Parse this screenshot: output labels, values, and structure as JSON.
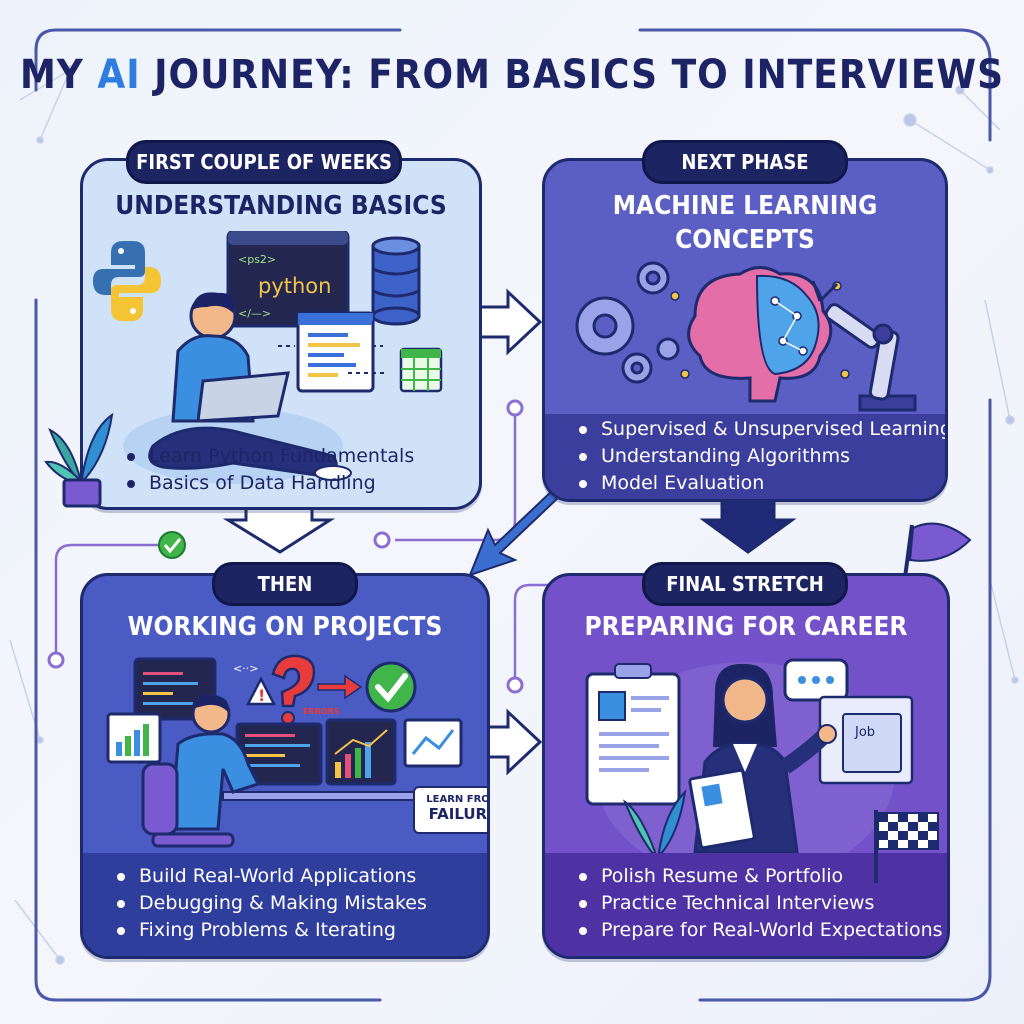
{
  "title": {
    "prefix": "MY ",
    "highlight": "AI",
    "suffix": " JOURNEY: FROM BASICS TO INTERVIEWS"
  },
  "colors": {
    "navy": "#1d2466",
    "accent": "#2f7de0",
    "card1": "#cfe2f8",
    "card2": "#5b5fc4",
    "card3": "#4a5bc3",
    "card4": "#7251c9",
    "success": "#3fb54a",
    "error": "#e83b3b"
  },
  "stages": [
    {
      "tag": "FIRST COUPLE OF WEEKS",
      "title": "UNDERSTANDING BASICS",
      "bullets": [
        "Learn Python Fundamentals",
        "Basics of Data Handling"
      ],
      "code_prompt": "<ps2>",
      "code_word": "python",
      "code_end": "</—>",
      "icons": [
        "python-logo-icon",
        "database-icon",
        "code-window-icon",
        "spreadsheet-icon",
        "laptop-icon",
        "plant-icon"
      ]
    },
    {
      "tag": "NEXT PHASE",
      "title_line1": "MACHINE LEARNING",
      "title_line2": "CONCEPTS",
      "bullets": [
        "Supervised & Unsupervised Learning",
        "Understanding Algorithms",
        "Model Evaluation"
      ],
      "icons": [
        "gear-icon",
        "brain-network-icon",
        "robot-arm-icon"
      ]
    },
    {
      "tag": "THEN",
      "title": "WORKING ON PROJECTS",
      "bullets": [
        "Build Real-World Applications",
        "Debugging & Making Mistakes",
        "Fixing Problems & Iterating"
      ],
      "errors_label": "ERRORS",
      "code_arrows": "<··>",
      "speech_line1": "LEARN FROM",
      "speech_line2": "FAILURE",
      "icons": [
        "question-mark-icon",
        "warning-icon",
        "check-circle-icon",
        "monitor-icon",
        "bar-chart-icon",
        "line-chart-icon",
        "office-chair-icon"
      ]
    },
    {
      "tag": "FINAL STRETCH",
      "title": "PREPARING FOR CAREER",
      "bullets": [
        "Polish Resume & Portfolio",
        "Practice Technical Interviews",
        "Prepare for Real-World Expectations"
      ],
      "job_label": "Job",
      "icons": [
        "clipboard-resume-icon",
        "chat-bubble-icon",
        "checkered-flag-icon",
        "purple-flag-icon",
        "plant-icon"
      ]
    }
  ]
}
